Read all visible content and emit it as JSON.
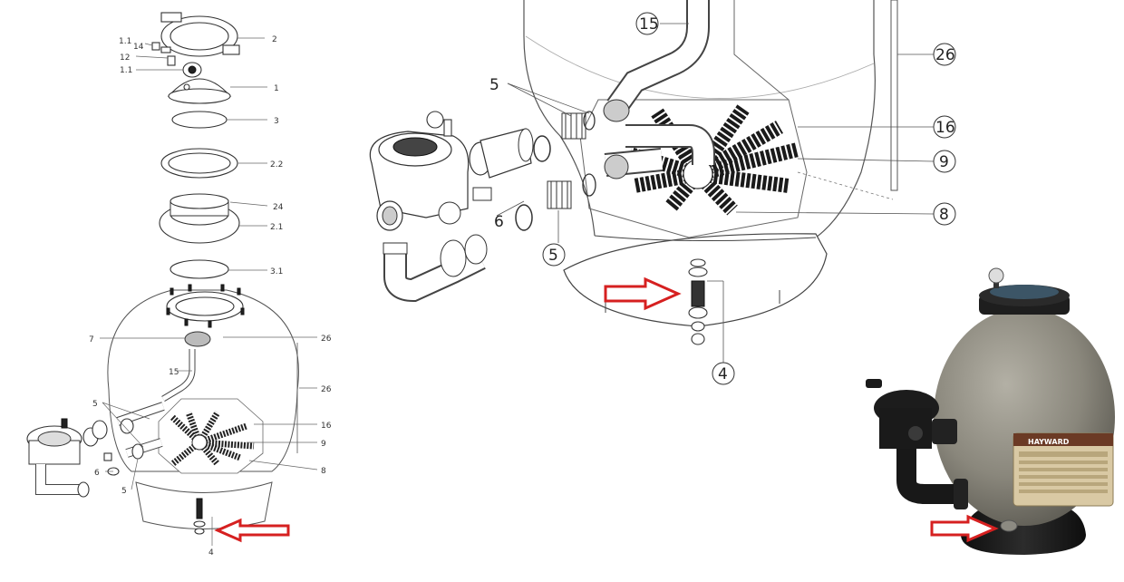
{
  "left_diagram": {
    "labels": {
      "l2": "2",
      "l11a": "1.1",
      "l14": "14",
      "l12": "12",
      "l11b": "1.1",
      "l1": "1",
      "l3": "3",
      "l22": "2.2",
      "l24": "24",
      "l21": "2.1",
      "l31": "3.1",
      "l7": "7",
      "l26a": "26",
      "l15": "15",
      "l26b": "26",
      "l5a": "5",
      "l16": "16",
      "l9": "9",
      "l6": "6",
      "l8": "8",
      "l5b": "5",
      "l4": "4"
    }
  },
  "zoom_diagram": {
    "labels": {
      "z15": "15",
      "z26": "26",
      "z5a": "5",
      "z16": "16",
      "z9": "9",
      "z6": "6",
      "z8": "8",
      "z5b": "5",
      "z4": "4"
    }
  },
  "photo": {
    "brand": "HAYWARD"
  },
  "colors": {
    "arrow": "#d62020",
    "tank_body": "#8a877c",
    "base": "#1c1c1c"
  }
}
